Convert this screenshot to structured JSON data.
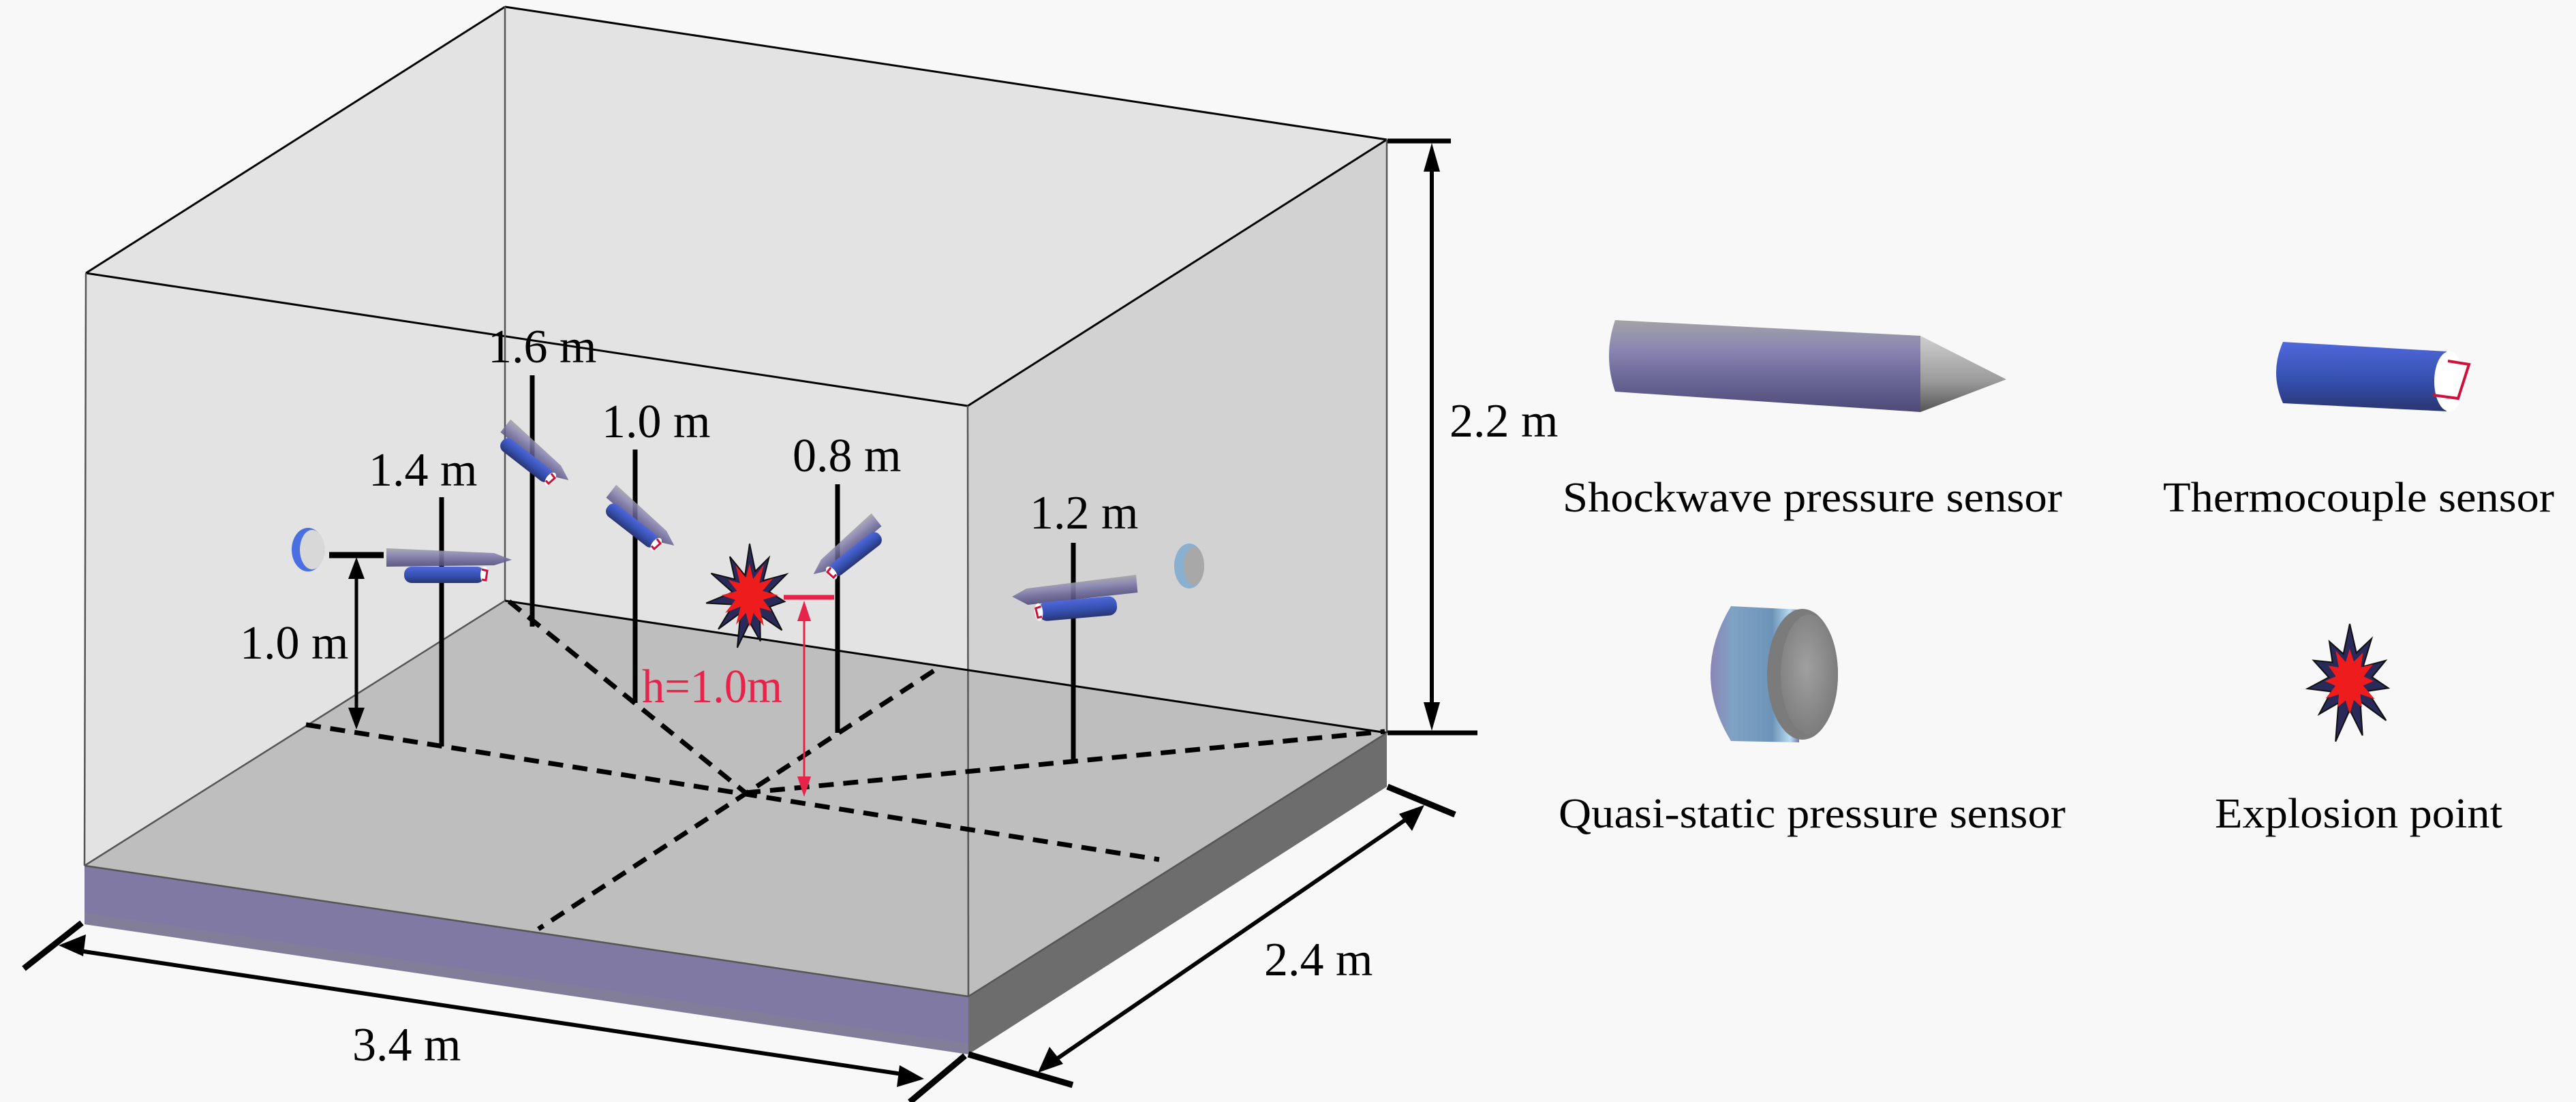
{
  "figure": {
    "type": "experimental-setup-schematic",
    "room": {
      "length_label": "3.4 m",
      "width_label": "2.4 m",
      "height_label": "2.2 m",
      "length_m": 3.4,
      "width_m": 2.4,
      "height_m": 2.2
    },
    "explosion": {
      "height_label": "h=1.0m",
      "height_m": 1.0
    },
    "sensor_heights": [
      {
        "id": "s-1-6",
        "label": "1.6 m",
        "value_m": 1.6,
        "kind": "shockwave+thermocouple"
      },
      {
        "id": "s-1-4",
        "label": "1.4 m",
        "value_m": 1.4,
        "kind": "shockwave+thermocouple"
      },
      {
        "id": "s-1-0",
        "label": "1.0 m",
        "value_m": 1.0,
        "kind": "shockwave+thermocouple"
      },
      {
        "id": "s-0-8",
        "label": "0.8 m",
        "value_m": 0.8,
        "kind": "shockwave+thermocouple"
      },
      {
        "id": "s-1-2",
        "label": "1.2 m",
        "value_m": 1.2,
        "kind": "shockwave+thermocouple"
      }
    ],
    "wall_sensor_height": {
      "label": "1.0 m",
      "value_m": 1.0
    }
  },
  "legend": {
    "items": [
      {
        "label": "Shockwave pressure sensor",
        "icon": "shockwave-sensor-icon"
      },
      {
        "label": "Thermocouple sensor",
        "icon": "thermocouple-icon"
      },
      {
        "label": "Quasi-static pressure sensor",
        "icon": "quasi-static-sensor-icon"
      },
      {
        "label": "Explosion point",
        "icon": "explosion-icon"
      }
    ]
  },
  "colors": {
    "background": "#f8f8f8",
    "wall_back": "#e3e3e3",
    "wall_right": "#d2d2d2",
    "floor": "#bebebe",
    "base_front": "#7f79a3",
    "base_side": "#6d6d6d",
    "explosion_red": "#ee1c1c",
    "explosion_dark": "#2a2a5a",
    "height_marker": "#e8234a",
    "thermocouple_blue": "#4a5fd0",
    "shockwave_purple": "#7a74a8"
  }
}
